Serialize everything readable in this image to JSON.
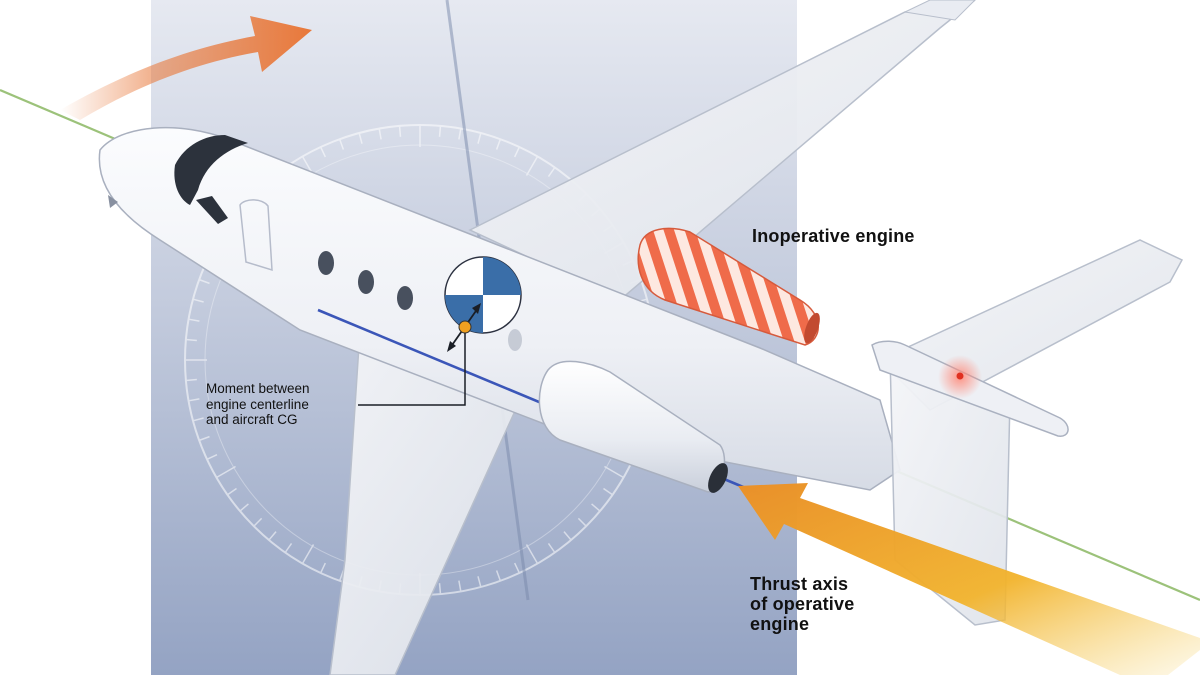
{
  "diagram": {
    "labels": {
      "inoperative_engine": "Inoperative engine",
      "thrust_axis": [
        "Thrust axis",
        "of operative",
        "engine"
      ],
      "moment": [
        "Moment between",
        "engine centerline",
        "and aircraft CG"
      ]
    },
    "colors": {
      "background_panel": "#a9b5d0",
      "yaw_arrow": "#e8783a",
      "thrust_arrow": "#f2b32c",
      "inoperative_engine_stripes": "#ef6b4a",
      "aircraft_centerline": "#9cc27a",
      "thrust_line": "#3b56b8",
      "cg_marker": "#3a6ea8",
      "moment_point": "#f0a020",
      "nav_light": "#e03020"
    },
    "icons": {
      "cg": "cg-marker-icon",
      "moment_point": "moment-point-icon"
    }
  }
}
